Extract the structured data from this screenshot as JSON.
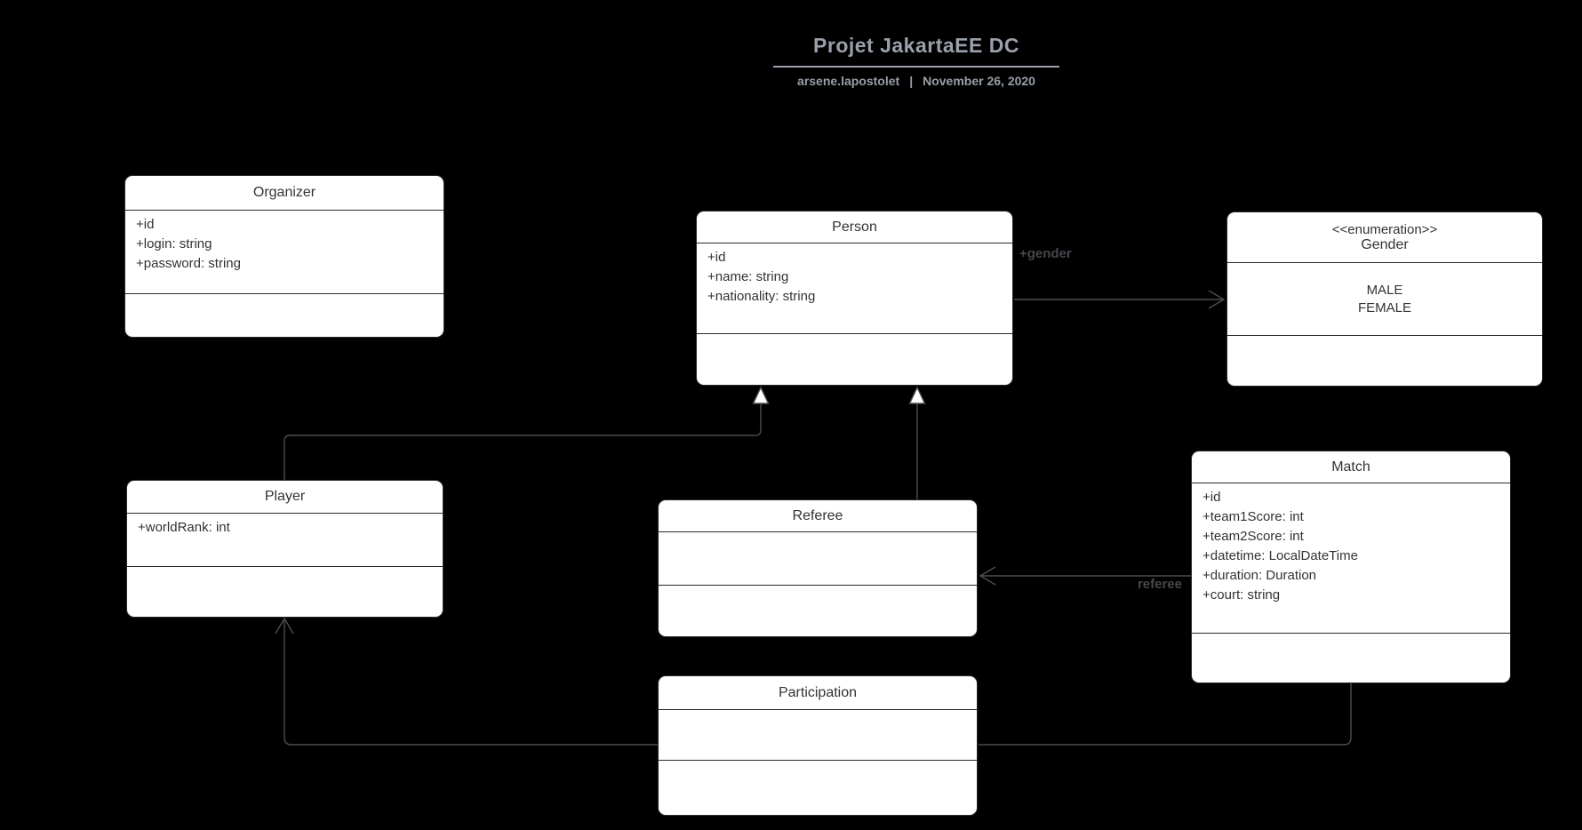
{
  "header": {
    "title": "Projet JakartaEE DC",
    "author": "arsene.lapostolet",
    "separator": "|",
    "date": "November 26, 2020"
  },
  "classes": {
    "organizer": {
      "name": "Organizer",
      "attributes": [
        "+id",
        "+login: string",
        "+password: string"
      ]
    },
    "person": {
      "name": "Person",
      "attributes": [
        "+id",
        "+name: string",
        "+nationality: string"
      ]
    },
    "gender": {
      "stereotype": "<<enumeration>>",
      "name": "Gender",
      "values": [
        "MALE",
        "FEMALE"
      ]
    },
    "player": {
      "name": "Player",
      "attributes": [
        "+worldRank: int"
      ]
    },
    "referee": {
      "name": "Referee",
      "attributes": []
    },
    "participation": {
      "name": "Participation",
      "attributes": []
    },
    "match": {
      "name": "Match",
      "attributes": [
        "+id",
        "+team1Score: int",
        "+team2Score: int",
        "+datetime: LocalDateTime",
        "+duration: Duration",
        "+court: string"
      ]
    }
  },
  "edges": {
    "gender_label": "+gender",
    "referee_label": "referee"
  },
  "colors": {
    "background": "#000000",
    "box_fill": "#ffffff",
    "box_border": "#2b2b2b",
    "box_text": "#333333",
    "connector": "#4a4d50",
    "edge_label": "#45484c",
    "heading": "#9aa0ab"
  }
}
